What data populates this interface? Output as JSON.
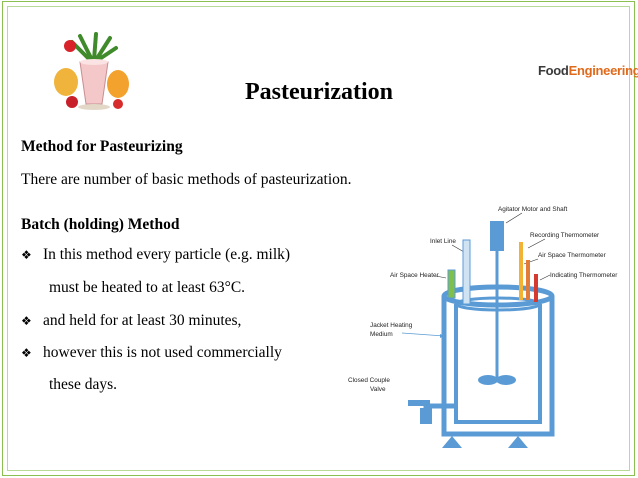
{
  "brand": {
    "part1": "Food",
    "part2": "Engineering"
  },
  "title": "Pasteurization",
  "method_heading": "Method for Pasteurizing",
  "intro": "There are number of basic methods of pasteurization.",
  "batch_heading": "Batch (holding) Method",
  "bullets": [
    {
      "line1": "In this method every particle (e.g. milk)",
      "line2": "must be heated to at least 63°C."
    },
    {
      "line1": "and held for at least 30 minutes,"
    },
    {
      "line1": "however this is not used commercially",
      "line2": "these days."
    }
  ],
  "bullet_icon": "four-diamond-bullet-icon",
  "diagram": {
    "labels": {
      "agitator": "Agitator Motor and Shaft",
      "recording": "Recording Thermometer",
      "inlet": "Inlet Line",
      "air_thermo": "Air Space Thermometer",
      "air_heater": "Air Space Heater",
      "indicating": "Indicating Thermometer",
      "jacket1": "Jacket Heating",
      "jacket2": "Medium",
      "closed1": "Closed Couple",
      "closed2": "Valve"
    },
    "colors": {
      "vessel": "#5b9bd5",
      "inlet": "#cfe3f3",
      "heater": "#7fbf4d",
      "recording": "#f2b233",
      "air_thermo": "#e07b39",
      "indicating": "#d43a2f"
    }
  }
}
